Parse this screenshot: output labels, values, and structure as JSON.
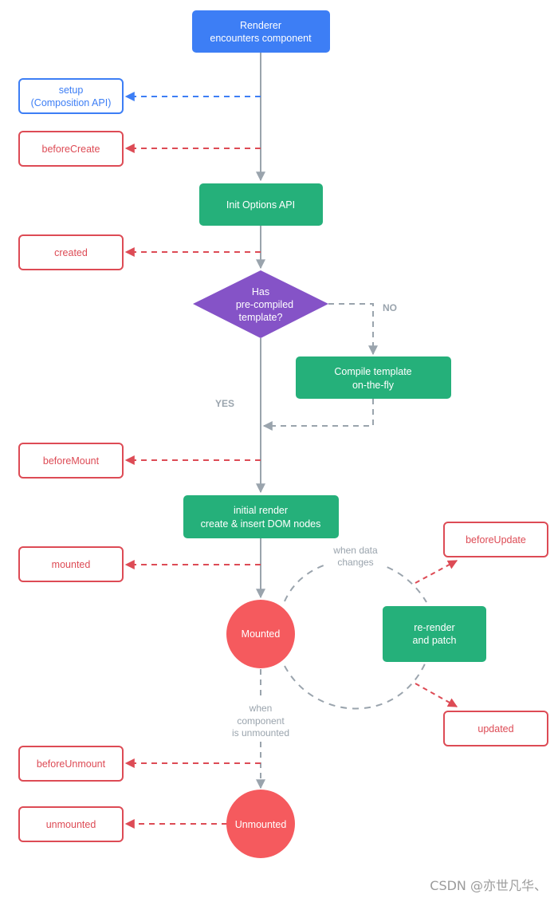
{
  "colors": {
    "blue": "#3d7ef5",
    "green": "#25b07a",
    "purple": "#8553c7",
    "red": "#f55a5e",
    "hook_red": "#dd4b55",
    "gray_line": "#9aa4ad",
    "white": "#ffffff"
  },
  "nodes": {
    "renderer": [
      "Renderer",
      "encounters component"
    ],
    "init_options": [
      "Init Options API"
    ],
    "decision": [
      "Has",
      "pre-compiled",
      "template?"
    ],
    "compile": [
      "Compile template",
      "on-the-fly"
    ],
    "initial_render": [
      "initial render",
      "create & insert DOM nodes"
    ],
    "mounted": [
      "Mounted"
    ],
    "rerender": [
      "re-render",
      "and patch"
    ],
    "unmounted": [
      "Unmounted"
    ]
  },
  "hooks": {
    "setup": [
      "setup",
      "(Composition API)"
    ],
    "beforeCreate": [
      "beforeCreate"
    ],
    "created": [
      "created"
    ],
    "beforeMount": [
      "beforeMount"
    ],
    "mounted": [
      "mounted"
    ],
    "beforeUpdate": [
      "beforeUpdate"
    ],
    "updated": [
      "updated"
    ],
    "beforeUnmount": [
      "beforeUnmount"
    ],
    "unmounted": [
      "unmounted"
    ]
  },
  "labels": {
    "no": "NO",
    "yes": "YES",
    "data_changes": [
      "when data",
      "changes"
    ],
    "component_unmounted": [
      "when",
      "component",
      "is unmounted"
    ]
  },
  "watermark": "CSDN @亦世凡华、"
}
